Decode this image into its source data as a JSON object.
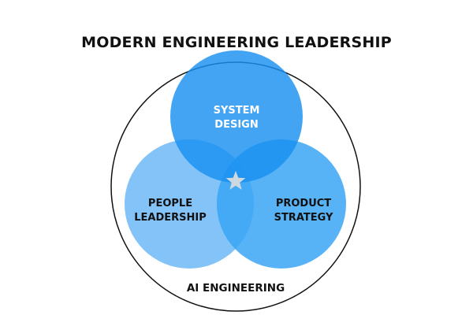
{
  "title": "MODERN ENGINEERING LEADERSHIP",
  "outer": {
    "label": "AI ENGINEERING"
  },
  "circles": {
    "top": {
      "line1": "SYSTEM",
      "line2": "DESIGN",
      "color": "#1890f0",
      "text_color": "#ffffff"
    },
    "left": {
      "line1": "PEOPLE",
      "line2": "LEADERSHIP",
      "color": "#7cc0f8",
      "text_color": "#111111"
    },
    "right": {
      "line1": "PRODUCT",
      "line2": "STRATEGY",
      "color": "#3aa6f4",
      "text_color": "#111111"
    }
  },
  "center_icon": "star-icon",
  "colors": {
    "outline": "#111111",
    "star": "#cfd8df"
  }
}
